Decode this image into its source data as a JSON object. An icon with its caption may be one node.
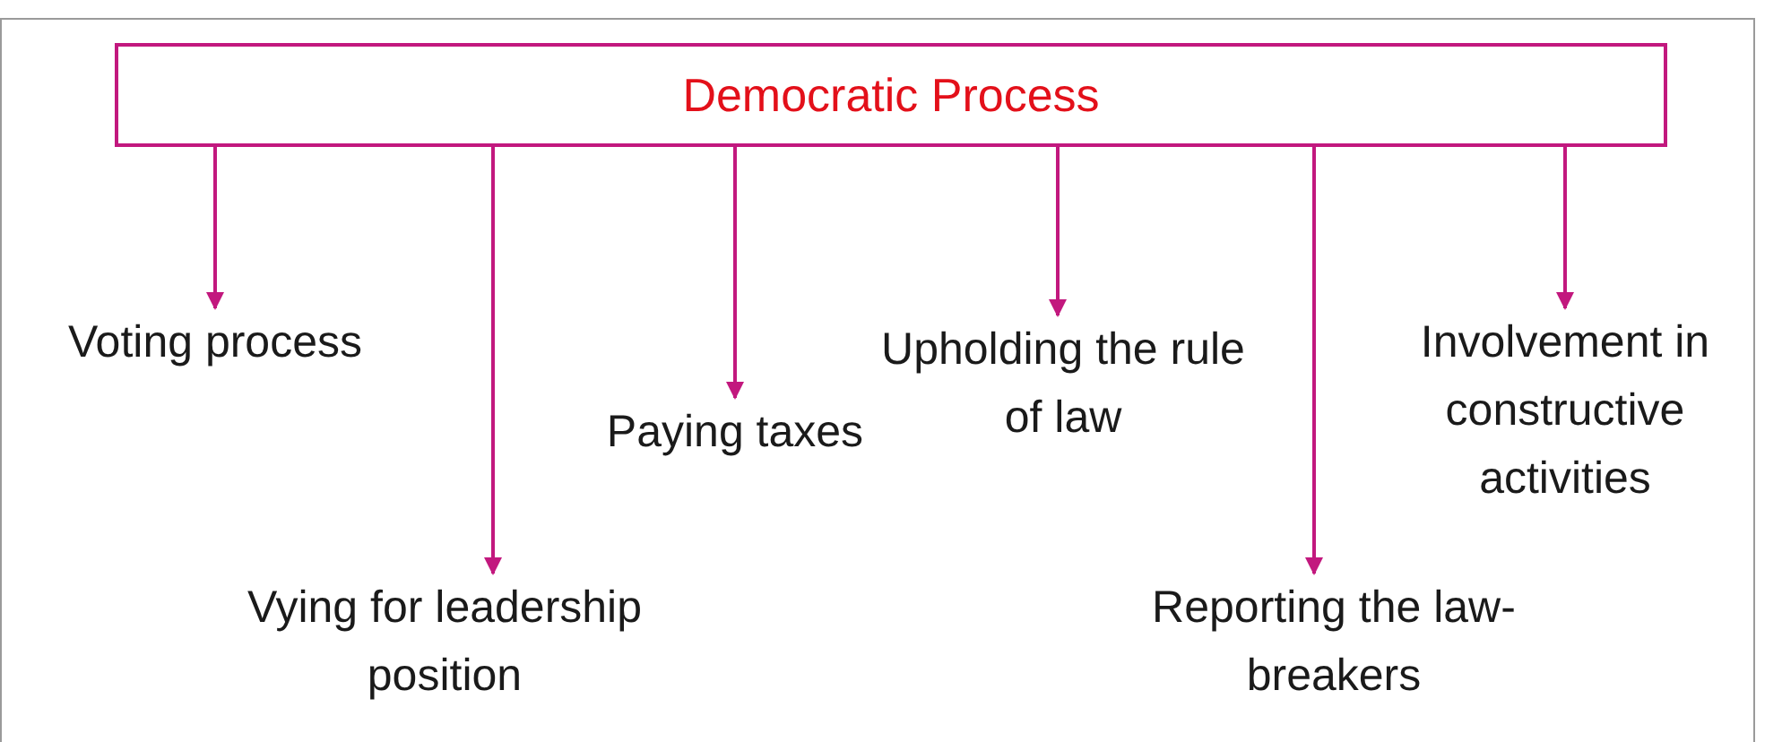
{
  "diagram": {
    "nodes": [
      {
        "text": [
          "Democratic Process"
        ]
      },
      {
        "text": [
          "Voting process"
        ]
      },
      {
        "text": [
          "Vying for leadership position"
        ]
      },
      {
        "text": [
          "Paying taxes"
        ]
      },
      {
        "text": [
          "Upholding the rule of law"
        ]
      },
      {
        "text": [
          "Reporting the law-breakers"
        ]
      },
      {
        "text": [
          "Involvement in constructive activities"
        ]
      }
    ],
    "edges": [
      {
        "from": 0,
        "to": 1,
        "arrow": "to"
      },
      {
        "from": 0,
        "to": 2,
        "arrow": "to"
      },
      {
        "from": 0,
        "to": 3,
        "arrow": "to"
      },
      {
        "from": 0,
        "to": 4,
        "arrow": "to"
      },
      {
        "from": 0,
        "to": 5,
        "arrow": "to"
      },
      {
        "from": 0,
        "to": 6,
        "arrow": "to"
      }
    ]
  }
}
